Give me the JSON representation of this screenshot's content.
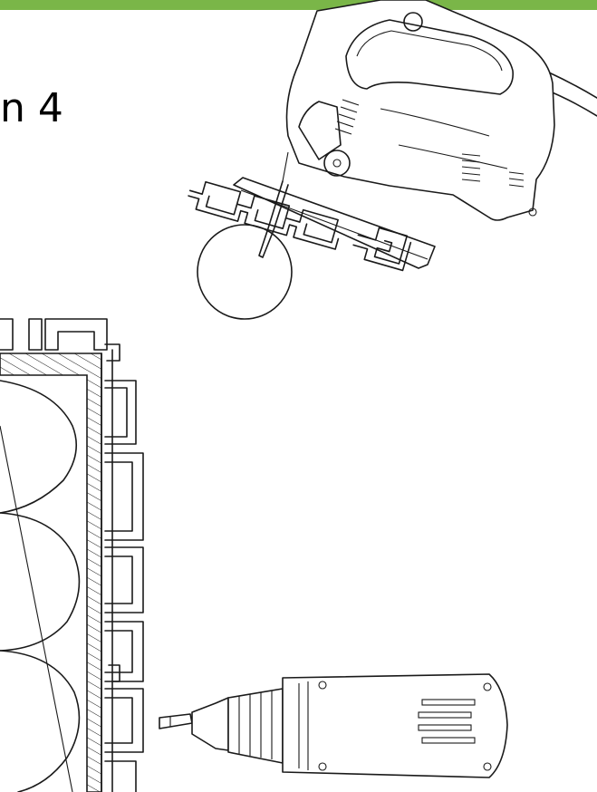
{
  "header": {
    "accent_color": "#7ab648"
  },
  "step": {
    "label": "n 4"
  },
  "illustration": {
    "tools": [
      "jigsaw-icon",
      "drill-icon"
    ],
    "parts": [
      "profile-strip",
      "wall-section",
      "detail-circle"
    ]
  }
}
